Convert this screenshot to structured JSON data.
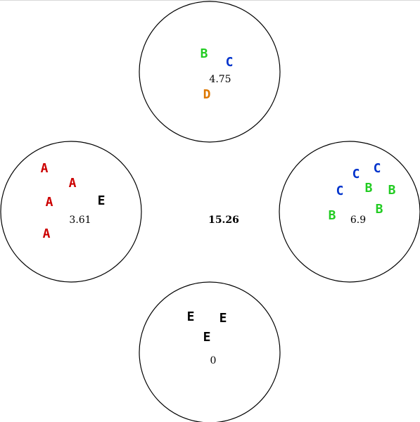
{
  "colors": {
    "A": "#cc0000",
    "B": "#22cc22",
    "C": "#0033cc",
    "D": "#dd7700",
    "E": "#000000"
  },
  "total_score": "15.26",
  "circles": [
    {
      "id": "top",
      "score": "4.75",
      "items": [
        "B",
        "C",
        "D"
      ]
    },
    {
      "id": "left",
      "score": "3.61",
      "items": [
        "A",
        "A",
        "A",
        "A",
        "E"
      ]
    },
    {
      "id": "right",
      "score": "6.9",
      "items": [
        "C",
        "C",
        "C",
        "B",
        "B",
        "B",
        "B"
      ]
    },
    {
      "id": "bottom",
      "score": "0",
      "items": [
        "E",
        "E",
        "E"
      ]
    }
  ]
}
